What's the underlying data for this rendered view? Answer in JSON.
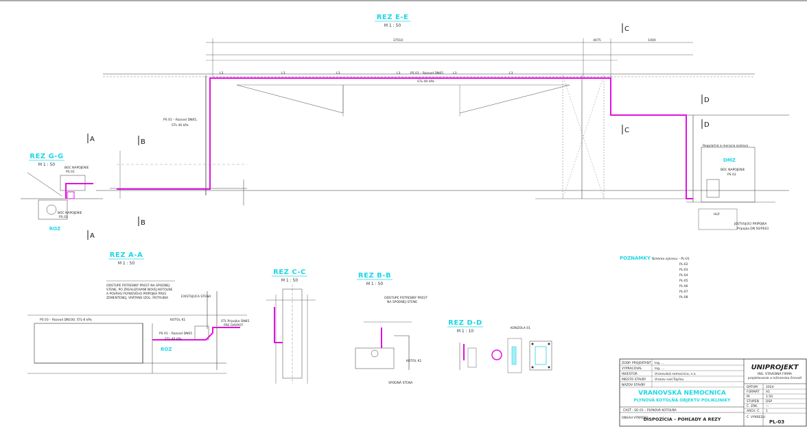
{
  "sections": {
    "ee": {
      "title": "REZ  E-E",
      "scale": "M 1 : 50"
    },
    "gg": {
      "title": "REZ  G-G",
      "scale": "M 1 : 50",
      "roz": "ROZ"
    },
    "aa": {
      "title": "REZ  A-A",
      "scale": "M 1 : 50"
    },
    "cc": {
      "title": "REZ  C-C",
      "scale": "M 1 : 50"
    },
    "bb": {
      "title": "REZ  B-B",
      "scale": "M 1 : 50"
    },
    "dd": {
      "title": "REZ  D-D",
      "scale": "M 1 : 10"
    }
  },
  "markers": {
    "A": "A",
    "B": "B",
    "C": "C",
    "D": "D"
  },
  "ee_labels": {
    "ps01_left_1": "PS 01 – Rozvod DN65,",
    "ps01_left_2": "STL 40 kPa",
    "ps01_top_1": "PS 01 – Rozvod DN65",
    "ps01_top_2": "STL-40 kPa",
    "l3_labels": [
      "L3",
      "L3",
      "L3",
      "L3",
      "L3",
      "L3"
    ],
    "dim_main": "37510",
    "dim_right": "4075",
    "dim_right2": "1000",
    "dmz": "DMZ",
    "boc_napojenie_1": "BOC NAPOJENIE",
    "boc_napojenie_2": "PS 01",
    "regulation_note": "Regulačná a meracia zostava",
    "hup_1": "JESTVUJÚCI PRÍPOJKA",
    "hup_2": "Prípojka DN 50/PE63",
    "hlp": "HLP"
  },
  "gg_labels": {
    "boc1": "BOC NAPOJENIE",
    "boc2": "PS 01",
    "boc3": "BOC NAPOJENIE",
    "boc4": "PS 01"
  },
  "aa_labels": {
    "note_1": "ODSTUPE POTREBNÝ PREST NA SPODNEJ",
    "note_2": "STENE, PO ZREALIZOVANÍ NOVEJ KOTOLNE",
    "note_3": "A POVRHU PLYNOVÉHO PRÍPOJKA PRES",
    "note_4": "ZEMENTENEJ, VRÁTANE IZOL. POTRUBIA",
    "ps03": "PS 03 – Rozvod DN100, STL-6 kPa",
    "ps01": "PS 01 – Rozvod DN65",
    "ps01_kpa": "STL-40 kPa",
    "existing_wall": "EXISTUJÚCA STENA",
    "new_wall": "STL Prípojka DN65",
    "existing": "PRE DAVPOT",
    "roz": "ROZ",
    "kolo": "KOTOL K1"
  },
  "bb_labels": {
    "note_1": "ODSTUPE POTREBNÝ PREST",
    "note_2": "NA SPODNEJ STENE",
    "kotol": "KOTOL K1",
    "wall": "SPODNÁ STENA"
  },
  "dd_labels": {
    "konzola": "KONZOLA 01"
  },
  "notes": {
    "title": "POZNÁMKY :",
    "items": [
      "Schéma výkresu – PL-01",
      "PL-02",
      "PL-03",
      "PL-04",
      "PL-05",
      "PL-06",
      "PL-07",
      "PL-08"
    ]
  },
  "title_block": {
    "rows": [
      {
        "label": "ZODP. PROJEKTANT",
        "value": "Ing. ..."
      },
      {
        "label": "VYPRACOVAL",
        "value": "Ing. ..."
      },
      {
        "label": "INVESTOR",
        "value": "Vranovská nemocnica, n.o."
      },
      {
        "label": "MIESTO STAVBY",
        "value": "Vranov nad Topľou"
      },
      {
        "label": "NÁZOV STAVBY",
        "value": ""
      }
    ],
    "project_1": "VRANOVSKÁ NEMOCNICA",
    "project_2": "PLYNOVÁ KOTOLŇA OBJEKTU POLIKLINIKY",
    "drawing_label": "OBSAH VÝKRESU",
    "drawing_title": "DISPOZÍCIA – POHĽADY A REZY",
    "sub_row": "ČASŤ : SO 01 – PLYNOVÁ KOTOLŇA",
    "company": "UNIPROJEKT",
    "company_sub_1": "ING. STAVEBNÁ FIRMA",
    "company_sub_2": "projektovanie a inžinierska činnosť",
    "right_rows": [
      {
        "label": "DÁTUM",
        "value": "2024"
      },
      {
        "label": "FORMÁT",
        "value": "A1"
      },
      {
        "label": "M:",
        "value": "1:50"
      },
      {
        "label": "STUPEŇ",
        "value": "DSP"
      },
      {
        "label": "Č. ZÁK.",
        "value": "—"
      },
      {
        "label": "ARCH. Č.",
        "value": "1"
      }
    ],
    "drawing_no_label": "Č. VÝKRESU",
    "drawing_no": "PL-03"
  },
  "colors": {
    "pipe": "#e010e0",
    "title": "#1fd6e6",
    "line": "#222222"
  }
}
